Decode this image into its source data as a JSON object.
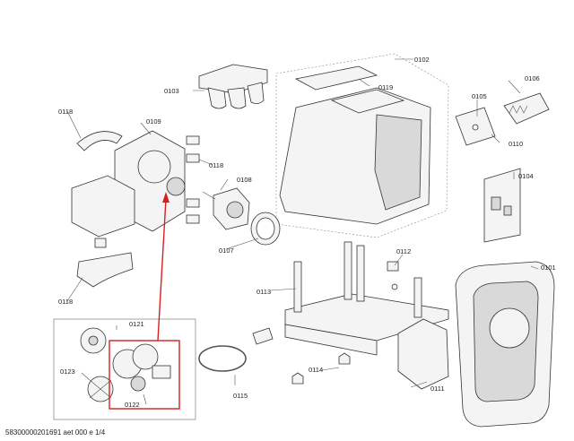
{
  "parts": {
    "p0101": "0101",
    "p0102": "0102",
    "p0103": "0103",
    "p0104": "0104",
    "p0105": "0105",
    "p0106": "0106",
    "p0107": "0107",
    "p0108": "0108",
    "p0109": "0109",
    "p0110": "0110",
    "p0111": "0111",
    "p0112": "0112",
    "p0113": "0113",
    "p0114": "0114",
    "p0115": "0115",
    "p0118a": "0118",
    "p0118b": "0118",
    "p0118c": "0118",
    "p0119": "0119",
    "p0121": "0121",
    "p0122": "0122",
    "p0123": "0123"
  },
  "footer": "58300000201691 aet 000 e 1/4",
  "colors": {
    "highlight": "#d62020",
    "line": "#333333"
  }
}
